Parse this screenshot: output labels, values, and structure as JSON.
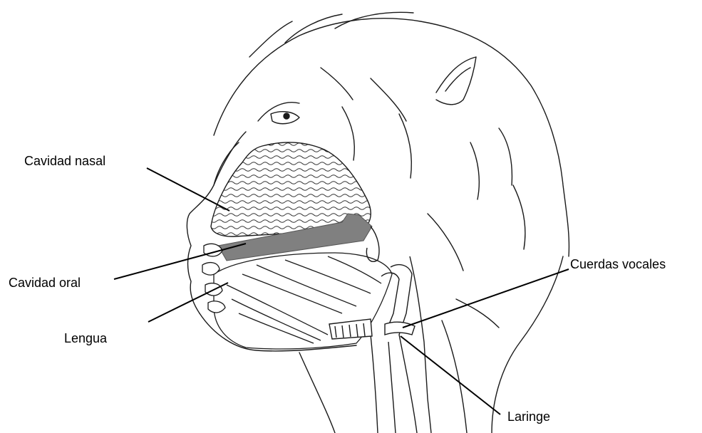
{
  "labels": {
    "nasal_cavity": "Cavidad nasal",
    "oral_cavity": "Cavidad oral",
    "tongue": "Lengua",
    "vocal_cords": "Cuerdas vocales",
    "larynx": "Laringe"
  },
  "colors": {
    "ink": "#1a1a1a",
    "palate": "#808080",
    "background": "#ffffff"
  }
}
